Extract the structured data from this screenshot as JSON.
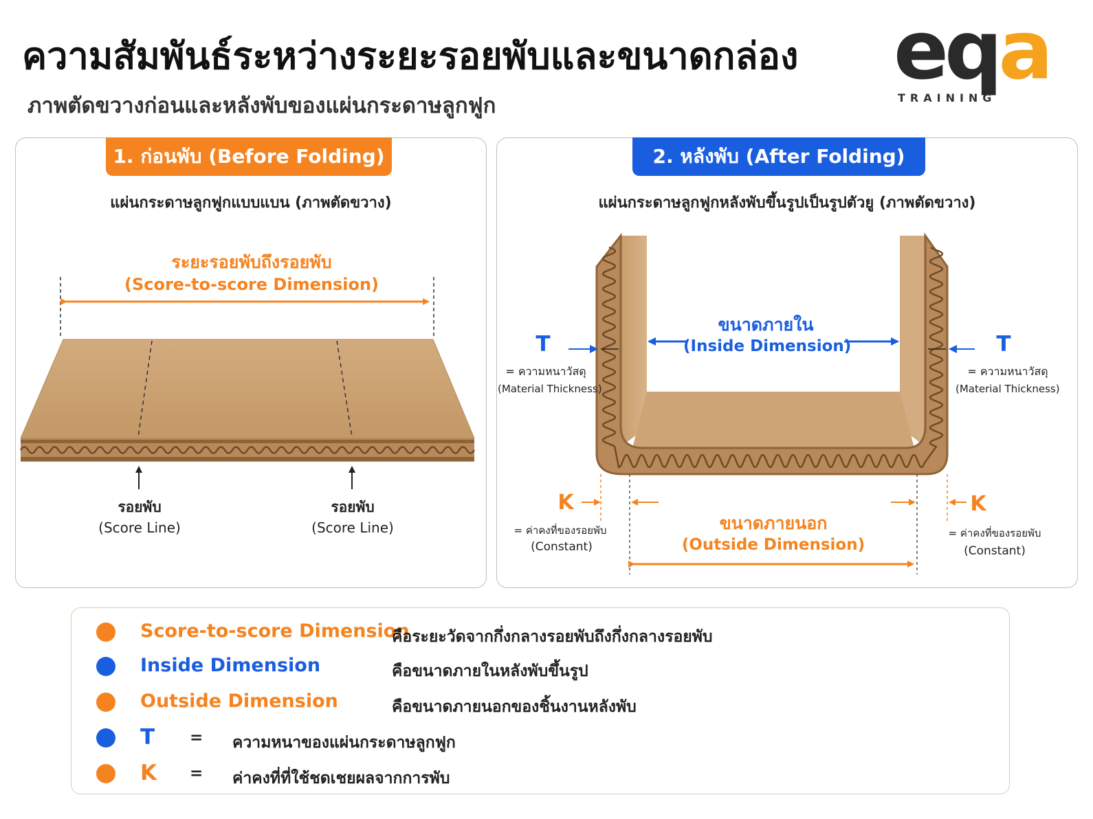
{
  "header": {
    "title": "ความสัมพันธ์ระหว่างระยะรอยพับและขนาดกล่อง",
    "subtitle": "ภาพตัดขวางก่อนและหลังพับของแผ่นกระดาษลูกฟูก"
  },
  "logo": {
    "letters": [
      "e",
      "q",
      "a"
    ],
    "tagline": "TRAINING"
  },
  "colors": {
    "orange": "#f5831f",
    "blue": "#1a5ee0",
    "cardboard": "#c9a073",
    "cardboard_dark": "#9c7245"
  },
  "before": {
    "badge": "1. ก่อนพับ (Before Folding)",
    "caption": "แผ่นกระดาษลูกฟูกแบบแบน (ภาพตัดขวาง)",
    "dimension_th": "ระยะรอยพับถึงรอยพับ",
    "dimension_en": "(Score-to-score Dimension)",
    "score_left_th": "รอยพับ",
    "score_left_en": "(Score Line)",
    "score_right_th": "รอยพับ",
    "score_right_en": "(Score Line)"
  },
  "after": {
    "badge": "2. หลังพับ (After Folding)",
    "caption": "แผ่นกระดาษลูกฟูกหลังพับขึ้นรูปเป็นรูปตัวยู (ภาพตัดขวาง)",
    "inside_th": "ขนาดภายใน",
    "inside_en": "(Inside Dimension)",
    "outside_th": "ขนาดภายนอก",
    "outside_en": "(Outside Dimension)",
    "t_left": "T",
    "t_left_th": "= ความหนาวัสดุ",
    "t_left_en": "(Material Thickness)",
    "t_right": "T",
    "t_right_th": "= ความหนาวัสดุ",
    "t_right_en": "(Material Thickness)",
    "k_left": "K",
    "k_left_th": "= ค่าคงที่ของรอยพับ",
    "k_left_en": "(Constant)",
    "k_right": "K",
    "k_right_th": "= ค่าคงที่ของรอยพับ",
    "k_right_en": "(Constant)"
  },
  "legend": {
    "items": [
      {
        "term": "Score-to-score Dimension",
        "color": "orange",
        "desc": "คือระยะวัดจากกึ่งกลางรอยพับถึงกึ่งกลางรอยพับ"
      },
      {
        "term": "Inside Dimension",
        "color": "blue",
        "desc": "คือขนาดภายในหลังพับขึ้นรูป"
      },
      {
        "term": "Outside Dimension",
        "color": "orange",
        "desc": "คือขนาดภายนอกของชิ้นงานหลังพับ"
      },
      {
        "term": "T",
        "color": "blue",
        "eq": "=",
        "desc": "ความหนาของแผ่นกระดาษลูกฟูก"
      },
      {
        "term": "K",
        "color": "orange",
        "eq": "=",
        "desc": "ค่าคงที่ที่ใช้ชดเชยผลจากการพับ"
      }
    ]
  }
}
